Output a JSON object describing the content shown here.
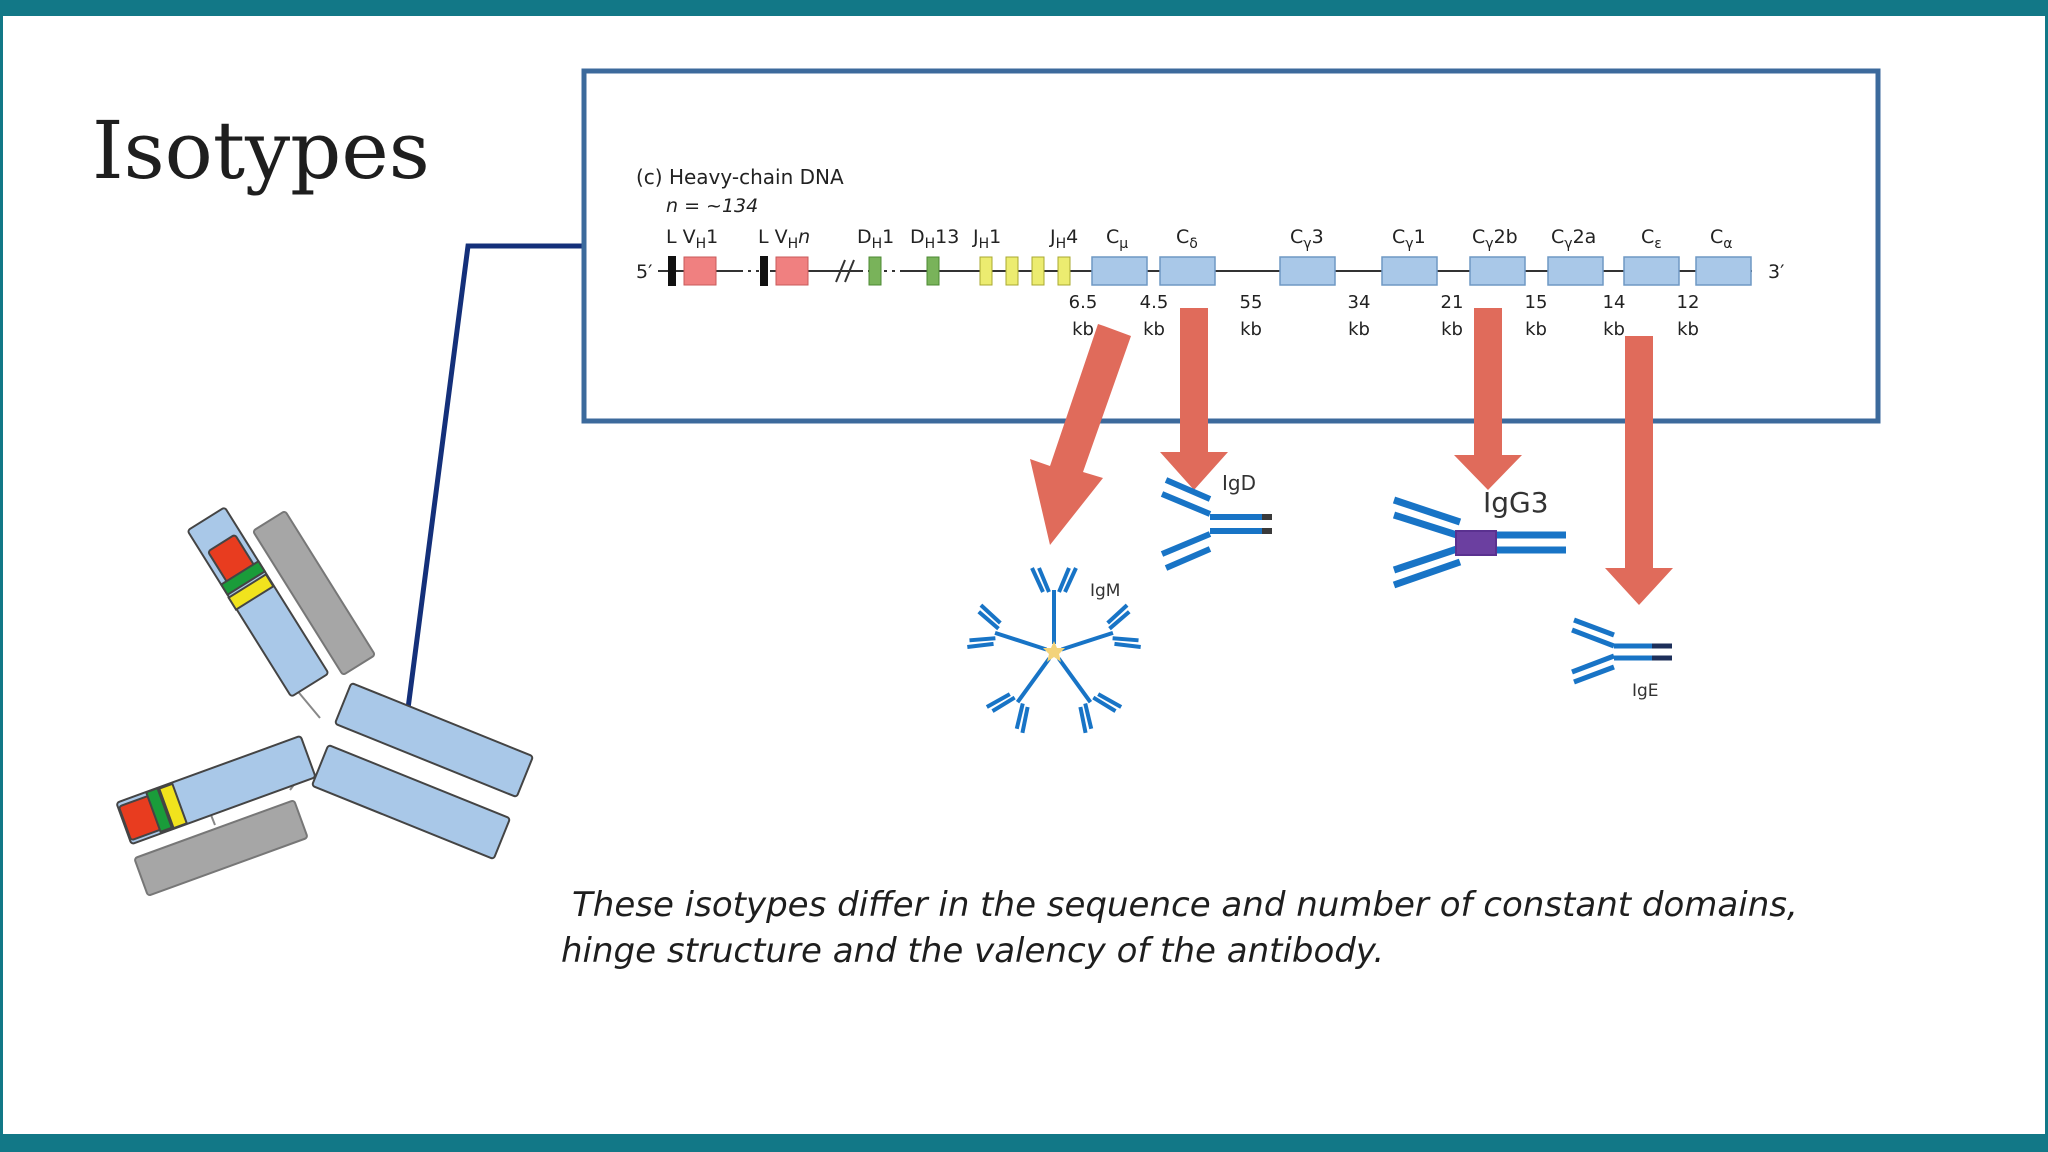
{
  "slide": {
    "title": "Isotypes",
    "caption_line1": "These  isotypes differ in the sequence and number of constant domains,",
    "caption_line2": "hinge structure and the valency of the antibody.",
    "colors": {
      "frame": "#127887",
      "box": "#3c6a9c",
      "connector": "#14307a",
      "gene_light": "#a9c8e8",
      "v_segment": "#f08080",
      "d_segment": "#79b35a",
      "j_segment": "#ecec70",
      "arrow": "#e06b5b",
      "antibody": "#1874c6",
      "igg3_hinge": "#6b3fa0",
      "igm_center": "#f3d37a",
      "domain_red": "#e83c1f",
      "domain_green": "#1a9c3a",
      "domain_yellow": "#f1e31d",
      "domain_gray": "#a6a6a6"
    }
  },
  "dna_diagram": {
    "label": "(c) Heavy-chain DNA",
    "n_value": "n = ~134",
    "five_prime": "5′",
    "three_prime": "3′",
    "segments": [
      {
        "main": "L V",
        "sub": "H",
        "tail": "1"
      },
      {
        "main": "L V",
        "sub": "H",
        "tail": "n"
      },
      {
        "main": "D",
        "sub": "H",
        "tail": "1"
      },
      {
        "main": "D",
        "sub": "H",
        "tail": "13"
      },
      {
        "main": "J",
        "sub": "H",
        "tail": "1"
      },
      {
        "main": "J",
        "sub": "H",
        "tail": "4"
      },
      {
        "main": "C",
        "sub": "μ",
        "tail": ""
      },
      {
        "main": "C",
        "sub": "δ",
        "tail": ""
      },
      {
        "main": "C",
        "sub": "γ",
        "tail": "3"
      },
      {
        "main": "C",
        "sub": "γ",
        "tail": "1"
      },
      {
        "main": "C",
        "sub": "γ",
        "tail": "2b"
      },
      {
        "main": "C",
        "sub": "γ",
        "tail": "2a"
      },
      {
        "main": "C",
        "sub": "ε",
        "tail": ""
      },
      {
        "main": "C",
        "sub": "α",
        "tail": ""
      }
    ],
    "distances": [
      {
        "value": "6.5",
        "unit": "kb"
      },
      {
        "value": "4.5",
        "unit": "kb"
      },
      {
        "value": "55",
        "unit": "kb"
      },
      {
        "value": "34",
        "unit": "kb"
      },
      {
        "value": "21",
        "unit": "kb"
      },
      {
        "value": "15",
        "unit": "kb"
      },
      {
        "value": "14",
        "unit": "kb"
      },
      {
        "value": "12",
        "unit": "kb"
      }
    ]
  },
  "isotypes": {
    "igm": "IgM",
    "igd": "IgD",
    "igg3": "IgG3",
    "ige": "IgE"
  }
}
